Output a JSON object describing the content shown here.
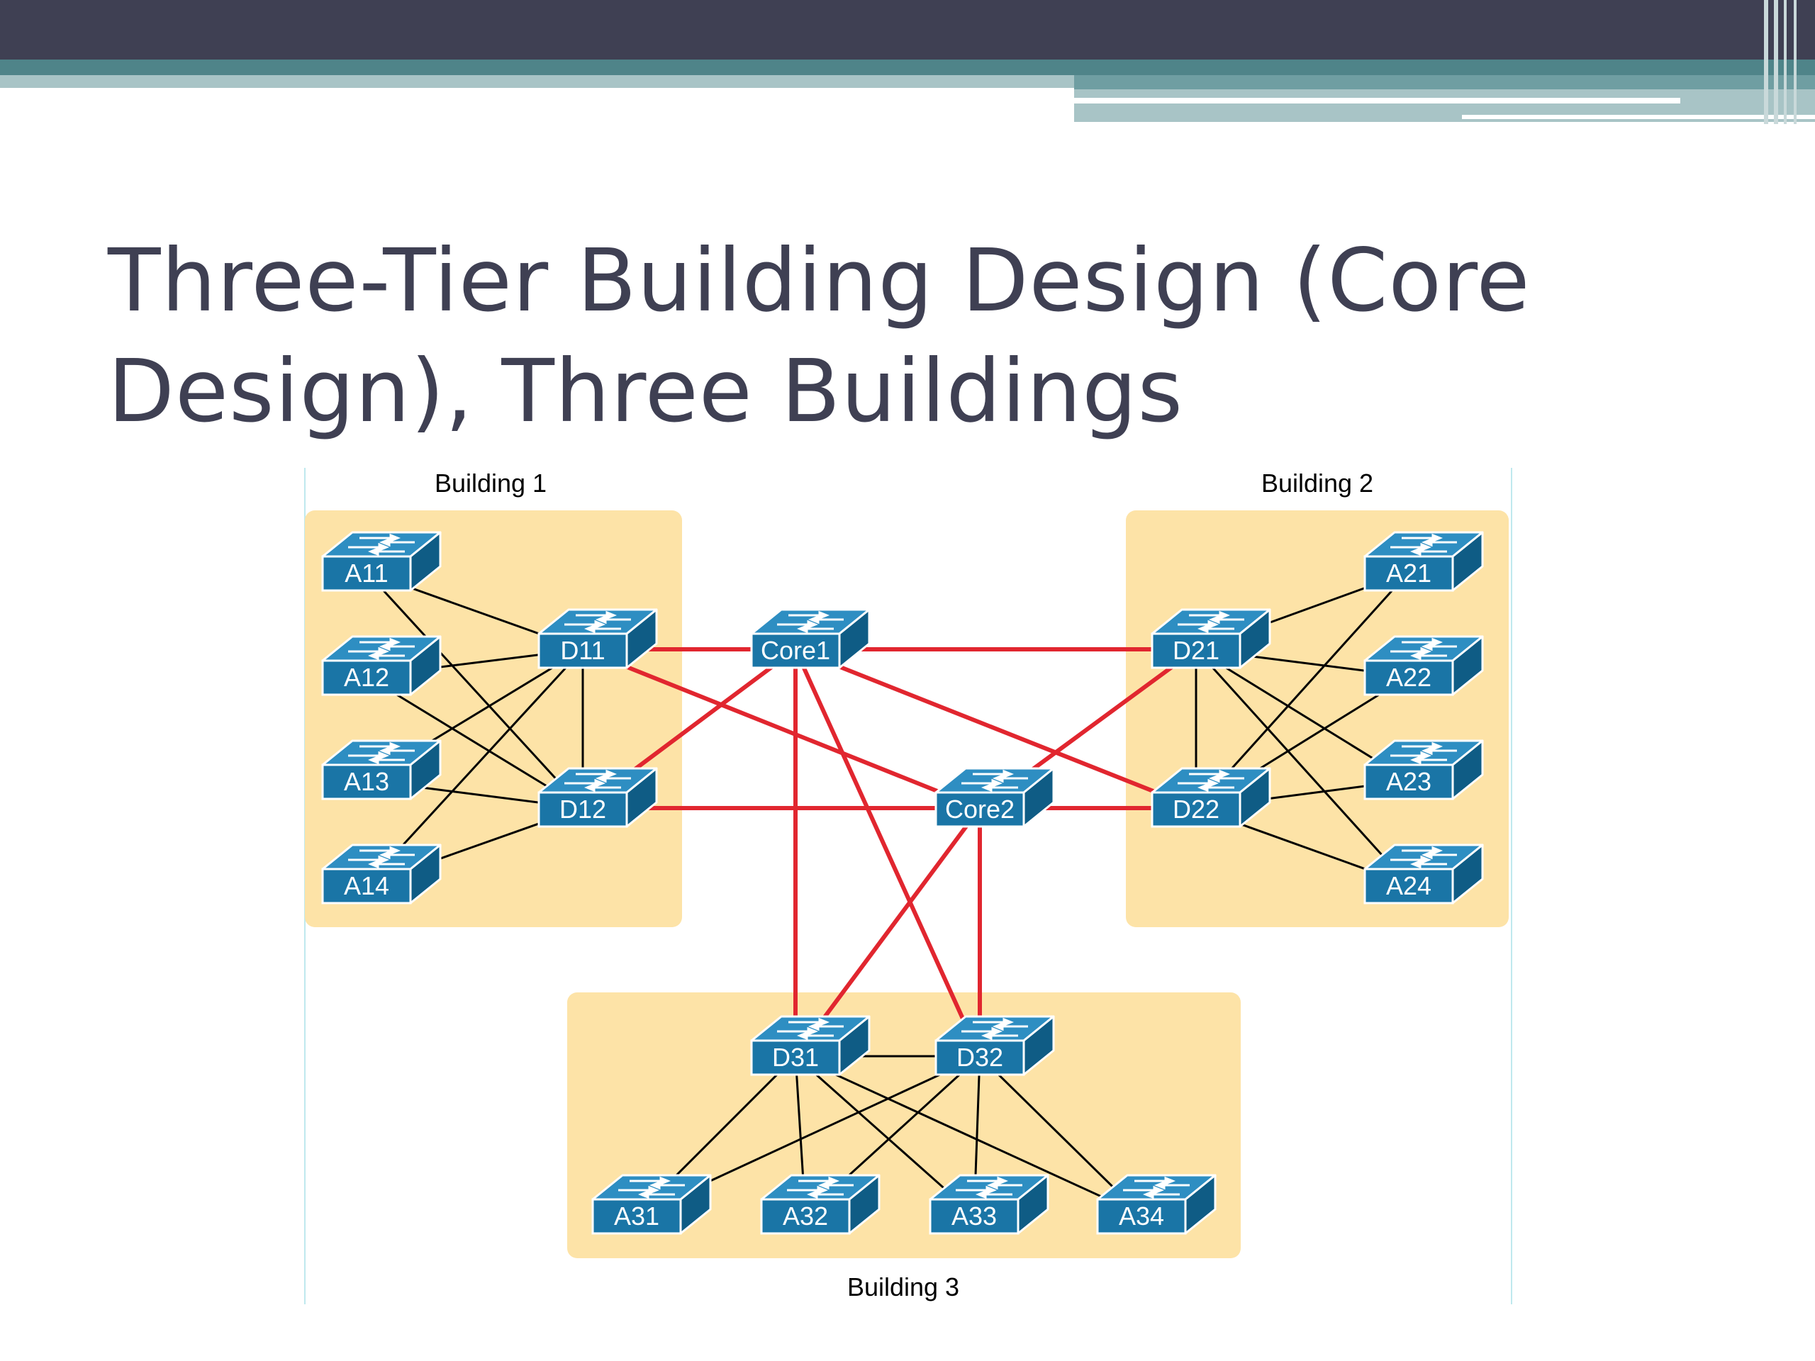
{
  "slide": {
    "title": "Three-Tier Building Design (Core Design), Three Buildings"
  },
  "colors": {
    "header_dark": "#3f4053",
    "header_teal": "#4f8489",
    "header_light": "#a8c4c6",
    "building_fill": "#fde3a7",
    "switch_fill": "#1a75a6",
    "core_link": "#e1262f",
    "access_link": "#000000"
  },
  "icons": {
    "switch": "workgroup-switch-icon"
  },
  "buildings": [
    {
      "id": "b1",
      "label": "Building 1"
    },
    {
      "id": "b2",
      "label": "Building 2"
    },
    {
      "id": "b3",
      "label": "Building 3"
    }
  ],
  "switches": [
    {
      "id": "A11",
      "label": "A11",
      "tier": "access"
    },
    {
      "id": "A12",
      "label": "A12",
      "tier": "access"
    },
    {
      "id": "A13",
      "label": "A13",
      "tier": "access"
    },
    {
      "id": "A14",
      "label": "A14",
      "tier": "access"
    },
    {
      "id": "D11",
      "label": "D11",
      "tier": "distribution"
    },
    {
      "id": "D12",
      "label": "D12",
      "tier": "distribution"
    },
    {
      "id": "Core1",
      "label": "Core1",
      "tier": "core"
    },
    {
      "id": "Core2",
      "label": "Core2",
      "tier": "core"
    },
    {
      "id": "D21",
      "label": "D21",
      "tier": "distribution"
    },
    {
      "id": "D22",
      "label": "D22",
      "tier": "distribution"
    },
    {
      "id": "A21",
      "label": "A21",
      "tier": "access"
    },
    {
      "id": "A22",
      "label": "A22",
      "tier": "access"
    },
    {
      "id": "A23",
      "label": "A23",
      "tier": "access"
    },
    {
      "id": "A24",
      "label": "A24",
      "tier": "access"
    },
    {
      "id": "D31",
      "label": "D31",
      "tier": "distribution"
    },
    {
      "id": "D32",
      "label": "D32",
      "tier": "distribution"
    },
    {
      "id": "A31",
      "label": "A31",
      "tier": "access"
    },
    {
      "id": "A32",
      "label": "A32",
      "tier": "access"
    },
    {
      "id": "A33",
      "label": "A33",
      "tier": "access"
    },
    {
      "id": "A34",
      "label": "A34",
      "tier": "access"
    }
  ],
  "links": [
    [
      "A11",
      "D11",
      "access"
    ],
    [
      "A11",
      "D12",
      "access"
    ],
    [
      "A12",
      "D11",
      "access"
    ],
    [
      "A12",
      "D12",
      "access"
    ],
    [
      "A13",
      "D11",
      "access"
    ],
    [
      "A13",
      "D12",
      "access"
    ],
    [
      "A14",
      "D11",
      "access"
    ],
    [
      "A14",
      "D12",
      "access"
    ],
    [
      "D11",
      "D12",
      "access"
    ],
    [
      "A21",
      "D21",
      "access"
    ],
    [
      "A21",
      "D22",
      "access"
    ],
    [
      "A22",
      "D21",
      "access"
    ],
    [
      "A22",
      "D22",
      "access"
    ],
    [
      "A23",
      "D21",
      "access"
    ],
    [
      "A23",
      "D22",
      "access"
    ],
    [
      "A24",
      "D21",
      "access"
    ],
    [
      "A24",
      "D22",
      "access"
    ],
    [
      "D21",
      "D22",
      "access"
    ],
    [
      "A31",
      "D31",
      "access"
    ],
    [
      "A31",
      "D32",
      "access"
    ],
    [
      "A32",
      "D31",
      "access"
    ],
    [
      "A32",
      "D32",
      "access"
    ],
    [
      "A33",
      "D31",
      "access"
    ],
    [
      "A33",
      "D32",
      "access"
    ],
    [
      "A34",
      "D31",
      "access"
    ],
    [
      "A34",
      "D32",
      "access"
    ],
    [
      "D31",
      "D32",
      "access"
    ],
    [
      "D11",
      "Core1",
      "core"
    ],
    [
      "D11",
      "Core2",
      "core"
    ],
    [
      "D12",
      "Core1",
      "core"
    ],
    [
      "D12",
      "Core2",
      "core"
    ],
    [
      "D21",
      "Core1",
      "core"
    ],
    [
      "D21",
      "Core2",
      "core"
    ],
    [
      "D22",
      "Core1",
      "core"
    ],
    [
      "D22",
      "Core2",
      "core"
    ],
    [
      "D31",
      "Core1",
      "core"
    ],
    [
      "D31",
      "Core2",
      "core"
    ],
    [
      "D32",
      "Core1",
      "core"
    ],
    [
      "D32",
      "Core2",
      "core"
    ]
  ]
}
